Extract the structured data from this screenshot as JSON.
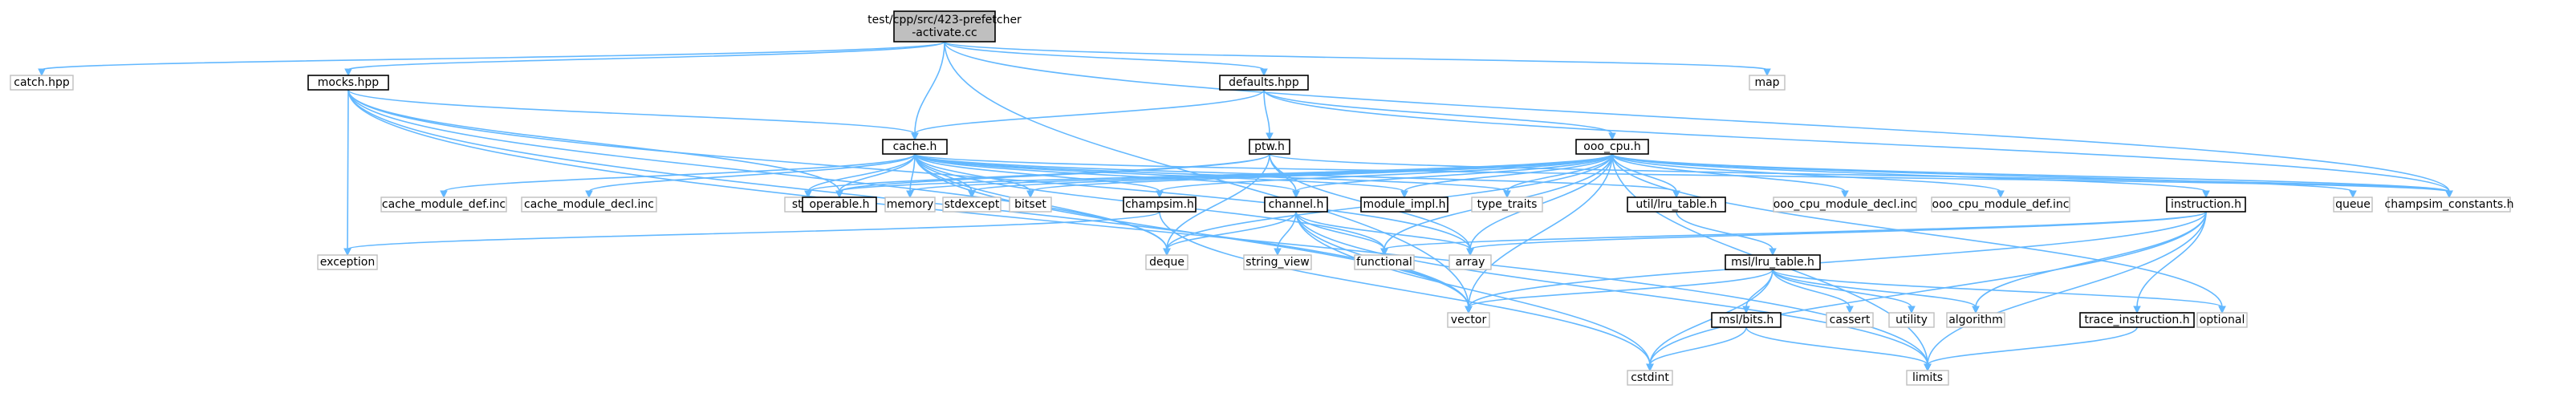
{
  "diagram": {
    "edge_color": "#63b8ff",
    "root_fill": "#bfbfbf",
    "nodes": [
      {
        "id": "root",
        "lines": [
          "test/cpp/src/423-prefetcher",
          "-activate.cc"
        ],
        "kind": "root"
      },
      {
        "id": "catch",
        "lines": [
          "catch.hpp"
        ],
        "kind": "plain"
      },
      {
        "id": "mocks",
        "lines": [
          "mocks.hpp"
        ],
        "kind": "doc"
      },
      {
        "id": "defaults",
        "lines": [
          "defaults.hpp"
        ],
        "kind": "doc"
      },
      {
        "id": "map",
        "lines": [
          "map"
        ],
        "kind": "plain"
      },
      {
        "id": "cache",
        "lines": [
          "cache.h"
        ],
        "kind": "doc"
      },
      {
        "id": "ptw",
        "lines": [
          "ptw.h"
        ],
        "kind": "doc"
      },
      {
        "id": "ooo",
        "lines": [
          "ooo_cpu.h"
        ],
        "kind": "doc"
      },
      {
        "id": "cache_module_def",
        "lines": [
          "cache_module_def.inc"
        ],
        "kind": "plain"
      },
      {
        "id": "cache_module_decl",
        "lines": [
          "cache_module_decl.inc"
        ],
        "kind": "plain"
      },
      {
        "id": "string",
        "lines": [
          "string"
        ],
        "kind": "plain"
      },
      {
        "id": "operable",
        "lines": [
          "operable.h"
        ],
        "kind": "doc"
      },
      {
        "id": "memory",
        "lines": [
          "memory"
        ],
        "kind": "plain"
      },
      {
        "id": "stdexcept",
        "lines": [
          "stdexcept"
        ],
        "kind": "plain"
      },
      {
        "id": "bitset",
        "lines": [
          "bitset"
        ],
        "kind": "plain"
      },
      {
        "id": "champsim",
        "lines": [
          "champsim.h"
        ],
        "kind": "doc"
      },
      {
        "id": "channel",
        "lines": [
          "channel.h"
        ],
        "kind": "doc"
      },
      {
        "id": "module_impl",
        "lines": [
          "module_impl.h"
        ],
        "kind": "doc"
      },
      {
        "id": "type_traits",
        "lines": [
          "type_traits"
        ],
        "kind": "plain"
      },
      {
        "id": "util_lru",
        "lines": [
          "util/lru_table.h"
        ],
        "kind": "doc"
      },
      {
        "id": "ooo_decl",
        "lines": [
          "ooo_cpu_module_decl.inc"
        ],
        "kind": "plain"
      },
      {
        "id": "ooo_def",
        "lines": [
          "ooo_cpu_module_def.inc"
        ],
        "kind": "plain"
      },
      {
        "id": "instruction",
        "lines": [
          "instruction.h"
        ],
        "kind": "doc"
      },
      {
        "id": "queue",
        "lines": [
          "queue"
        ],
        "kind": "plain"
      },
      {
        "id": "constants",
        "lines": [
          "champsim_constants.h"
        ],
        "kind": "plain"
      },
      {
        "id": "exception",
        "lines": [
          "exception"
        ],
        "kind": "plain"
      },
      {
        "id": "deque",
        "lines": [
          "deque"
        ],
        "kind": "plain"
      },
      {
        "id": "string_view",
        "lines": [
          "string_view"
        ],
        "kind": "plain"
      },
      {
        "id": "functional",
        "lines": [
          "functional"
        ],
        "kind": "plain"
      },
      {
        "id": "array",
        "lines": [
          "array"
        ],
        "kind": "plain"
      },
      {
        "id": "msl_lru",
        "lines": [
          "msl/lru_table.h"
        ],
        "kind": "doc"
      },
      {
        "id": "msl_bits",
        "lines": [
          "msl/bits.h"
        ],
        "kind": "doc"
      },
      {
        "id": "cassert",
        "lines": [
          "cassert"
        ],
        "kind": "plain"
      },
      {
        "id": "utility",
        "lines": [
          "utility"
        ],
        "kind": "plain"
      },
      {
        "id": "algorithm",
        "lines": [
          "algorithm"
        ],
        "kind": "plain"
      },
      {
        "id": "trace_instruction",
        "lines": [
          "trace_instruction.h"
        ],
        "kind": "doc"
      },
      {
        "id": "optional",
        "lines": [
          "optional"
        ],
        "kind": "plain"
      },
      {
        "id": "vector",
        "lines": [
          "vector"
        ],
        "kind": "plain"
      },
      {
        "id": "cstdint",
        "lines": [
          "cstdint"
        ],
        "kind": "plain"
      },
      {
        "id": "limits",
        "lines": [
          "limits"
        ],
        "kind": "plain"
      }
    ],
    "edges": [
      [
        "root",
        "catch"
      ],
      [
        "root",
        "mocks"
      ],
      [
        "root",
        "defaults"
      ],
      [
        "root",
        "map"
      ],
      [
        "root",
        "cache"
      ],
      [
        "root",
        "vector"
      ],
      [
        "root",
        "constants"
      ],
      [
        "mocks",
        "cache"
      ],
      [
        "mocks",
        "operable"
      ],
      [
        "mocks",
        "exception"
      ],
      [
        "mocks",
        "deque"
      ],
      [
        "mocks",
        "vector"
      ],
      [
        "mocks",
        "array"
      ],
      [
        "mocks",
        "limits"
      ],
      [
        "defaults",
        "cache"
      ],
      [
        "defaults",
        "ptw"
      ],
      [
        "defaults",
        "ooo"
      ],
      [
        "defaults",
        "constants"
      ],
      [
        "cache",
        "cache_module_def"
      ],
      [
        "cache",
        "cache_module_decl"
      ],
      [
        "cache",
        "string"
      ],
      [
        "cache",
        "operable"
      ],
      [
        "cache",
        "memory"
      ],
      [
        "cache",
        "stdexcept"
      ],
      [
        "cache",
        "bitset"
      ],
      [
        "cache",
        "champsim"
      ],
      [
        "cache",
        "channel"
      ],
      [
        "cache",
        "module_impl"
      ],
      [
        "cache",
        "type_traits"
      ],
      [
        "cache",
        "util_lru"
      ],
      [
        "cache",
        "deque"
      ],
      [
        "cache",
        "functional"
      ],
      [
        "cache",
        "vector"
      ],
      [
        "cache",
        "constants"
      ],
      [
        "ptw",
        "operable"
      ],
      [
        "ptw",
        "string"
      ],
      [
        "ptw",
        "channel"
      ],
      [
        "ptw",
        "deque"
      ],
      [
        "ptw",
        "array"
      ],
      [
        "ptw",
        "constants"
      ],
      [
        "ooo",
        "operable"
      ],
      [
        "ooo",
        "memory"
      ],
      [
        "ooo",
        "stdexcept"
      ],
      [
        "ooo",
        "bitset"
      ],
      [
        "ooo",
        "champsim"
      ],
      [
        "ooo",
        "channel"
      ],
      [
        "ooo",
        "module_impl"
      ],
      [
        "ooo",
        "type_traits"
      ],
      [
        "ooo",
        "util_lru"
      ],
      [
        "ooo",
        "ooo_decl"
      ],
      [
        "ooo",
        "ooo_def"
      ],
      [
        "ooo",
        "instruction"
      ],
      [
        "ooo",
        "queue"
      ],
      [
        "ooo",
        "constants"
      ],
      [
        "ooo",
        "deque"
      ],
      [
        "ooo",
        "functional"
      ],
      [
        "ooo",
        "array"
      ],
      [
        "ooo",
        "vector"
      ],
      [
        "ooo",
        "optional"
      ],
      [
        "ooo",
        "limits"
      ],
      [
        "champsim",
        "exception"
      ],
      [
        "champsim",
        "cstdint"
      ],
      [
        "channel",
        "deque"
      ],
      [
        "channel",
        "string_view"
      ],
      [
        "channel",
        "functional"
      ],
      [
        "channel",
        "array"
      ],
      [
        "channel",
        "vector"
      ],
      [
        "channel",
        "cstdint"
      ],
      [
        "channel",
        "limits"
      ],
      [
        "util_lru",
        "msl_lru"
      ],
      [
        "instruction",
        "array"
      ],
      [
        "instruction",
        "functional"
      ],
      [
        "instruction",
        "vector"
      ],
      [
        "instruction",
        "algorithm"
      ],
      [
        "instruction",
        "trace_instruction"
      ],
      [
        "instruction",
        "cstdint"
      ],
      [
        "instruction",
        "limits"
      ],
      [
        "msl_lru",
        "msl_bits"
      ],
      [
        "msl_lru",
        "cassert"
      ],
      [
        "msl_lru",
        "utility"
      ],
      [
        "msl_lru",
        "algorithm"
      ],
      [
        "msl_lru",
        "optional"
      ],
      [
        "msl_lru",
        "vector"
      ],
      [
        "msl_lru",
        "cstdint"
      ],
      [
        "msl_bits",
        "cstdint"
      ],
      [
        "msl_bits",
        "limits"
      ],
      [
        "trace_instruction",
        "limits"
      ]
    ]
  }
}
